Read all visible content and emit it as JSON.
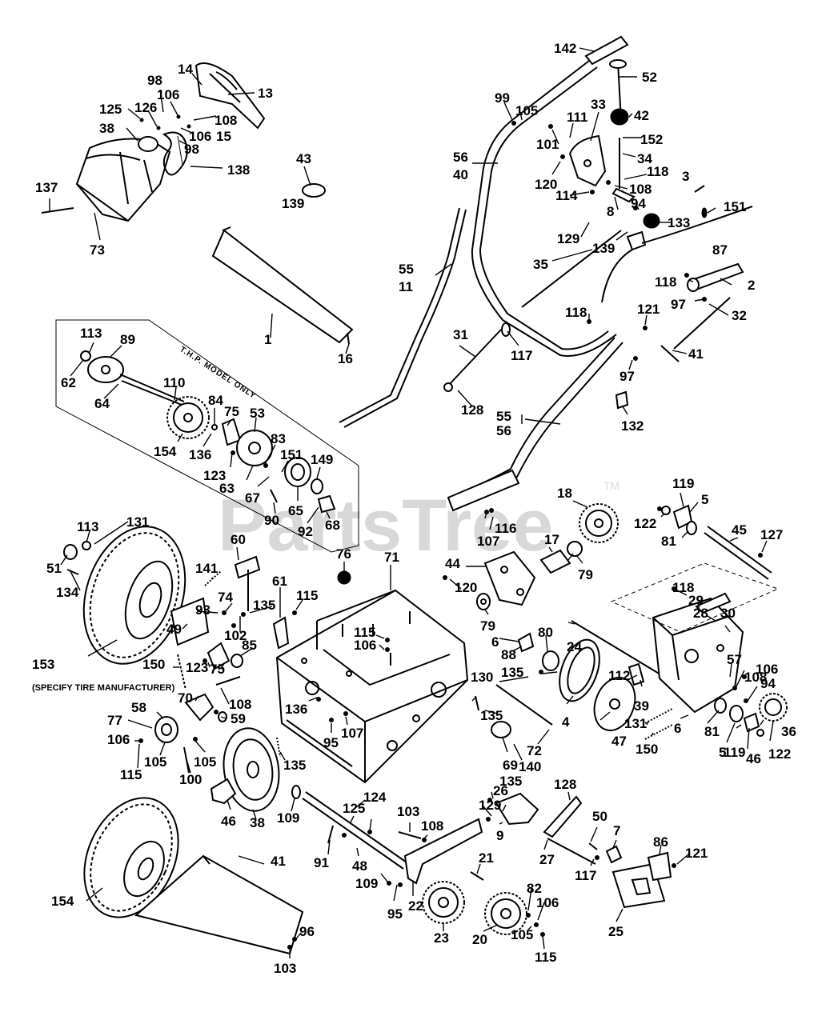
{
  "watermark": {
    "text": "PartsTree",
    "tm": "TM"
  },
  "notes": {
    "thp_model": "T.H.P. MODEL ONLY",
    "tire_line1": "153",
    "tire_line2": "(SPECIFY TIRE MANUFACTURER)"
  },
  "callouts": [
    {
      "id": "c142",
      "text": "142"
    },
    {
      "id": "c52",
      "text": "52"
    },
    {
      "id": "c42",
      "text": "42"
    },
    {
      "id": "c99",
      "text": "99"
    },
    {
      "id": "c105a",
      "text": "105"
    },
    {
      "id": "c33",
      "text": "33"
    },
    {
      "id": "c111",
      "text": "111"
    },
    {
      "id": "c101",
      "text": "101"
    },
    {
      "id": "c152",
      "text": "152"
    },
    {
      "id": "c34",
      "text": "34"
    },
    {
      "id": "c56",
      "text": "56"
    },
    {
      "id": "c40",
      "text": "40"
    },
    {
      "id": "c120a",
      "text": "120"
    },
    {
      "id": "c118a",
      "text": "118"
    },
    {
      "id": "c108a",
      "text": "108"
    },
    {
      "id": "c114",
      "text": "114"
    },
    {
      "id": "c94a",
      "text": "94"
    },
    {
      "id": "c8",
      "text": "8"
    },
    {
      "id": "c3",
      "text": "3"
    },
    {
      "id": "c151a",
      "text": "151"
    },
    {
      "id": "c133",
      "text": "133"
    },
    {
      "id": "c129a",
      "text": "129"
    },
    {
      "id": "c139a",
      "text": "139"
    },
    {
      "id": "c87",
      "text": "87"
    },
    {
      "id": "c35",
      "text": "35"
    },
    {
      "id": "c55a",
      "text": "55"
    },
    {
      "id": "c11",
      "text": "11"
    },
    {
      "id": "c118b",
      "text": "118"
    },
    {
      "id": "c2",
      "text": "2"
    },
    {
      "id": "c97a",
      "text": "97"
    },
    {
      "id": "c121a",
      "text": "121"
    },
    {
      "id": "c32",
      "text": "32"
    },
    {
      "id": "c118c",
      "text": "118"
    },
    {
      "id": "c31",
      "text": "31"
    },
    {
      "id": "c117a",
      "text": "117"
    },
    {
      "id": "c41a",
      "text": "41"
    },
    {
      "id": "c97b",
      "text": "97"
    },
    {
      "id": "c128a",
      "text": "128"
    },
    {
      "id": "c55b",
      "text": "55"
    },
    {
      "id": "c56b",
      "text": "56"
    },
    {
      "id": "c132",
      "text": "132"
    },
    {
      "id": "c13",
      "text": "13"
    },
    {
      "id": "c14",
      "text": "14"
    },
    {
      "id": "c98a",
      "text": "98"
    },
    {
      "id": "c106a",
      "text": "106"
    },
    {
      "id": "c125a",
      "text": "125"
    },
    {
      "id": "c126",
      "text": "126"
    },
    {
      "id": "c108b",
      "text": "108"
    },
    {
      "id": "c38a",
      "text": "38"
    },
    {
      "id": "c106b",
      "text": "106"
    },
    {
      "id": "c15",
      "text": "15"
    },
    {
      "id": "c98b",
      "text": "98"
    },
    {
      "id": "c138",
      "text": "138"
    },
    {
      "id": "c43",
      "text": "43"
    },
    {
      "id": "c139b",
      "text": "139"
    },
    {
      "id": "c137",
      "text": "137"
    },
    {
      "id": "c73",
      "text": "73"
    },
    {
      "id": "c1",
      "text": "1"
    },
    {
      "id": "c16",
      "text": "16"
    },
    {
      "id": "c113a",
      "text": "113"
    },
    {
      "id": "c89",
      "text": "89"
    },
    {
      "id": "c62",
      "text": "62"
    },
    {
      "id": "c110",
      "text": "110"
    },
    {
      "id": "c64",
      "text": "64"
    },
    {
      "id": "c84",
      "text": "84"
    },
    {
      "id": "c75a",
      "text": "75"
    },
    {
      "id": "c53",
      "text": "53"
    },
    {
      "id": "c154a",
      "text": "154"
    },
    {
      "id": "c136a",
      "text": "136"
    },
    {
      "id": "c83",
      "text": "83"
    },
    {
      "id": "c151b",
      "text": "151"
    },
    {
      "id": "c149",
      "text": "149"
    },
    {
      "id": "c123a",
      "text": "123"
    },
    {
      "id": "c63",
      "text": "63"
    },
    {
      "id": "c67",
      "text": "67"
    },
    {
      "id": "c65",
      "text": "65"
    },
    {
      "id": "c90",
      "text": "90"
    },
    {
      "id": "c92",
      "text": "92"
    },
    {
      "id": "c68",
      "text": "68"
    },
    {
      "id": "c113b",
      "text": "113"
    },
    {
      "id": "c131",
      "text": "131"
    },
    {
      "id": "c51",
      "text": "51"
    },
    {
      "id": "c134",
      "text": "134"
    },
    {
      "id": "c60",
      "text": "60"
    },
    {
      "id": "c76",
      "text": "76"
    },
    {
      "id": "c71",
      "text": "71"
    },
    {
      "id": "c141",
      "text": "141"
    },
    {
      "id": "c61",
      "text": "61"
    },
    {
      "id": "c74",
      "text": "74"
    },
    {
      "id": "c135a",
      "text": "135"
    },
    {
      "id": "c115a",
      "text": "115"
    },
    {
      "id": "c93",
      "text": "93"
    },
    {
      "id": "c102",
      "text": "102"
    },
    {
      "id": "c49",
      "text": "49"
    },
    {
      "id": "c85",
      "text": "85"
    },
    {
      "id": "c115b",
      "text": "115"
    },
    {
      "id": "c106c",
      "text": "106"
    },
    {
      "id": "c150a",
      "text": "150"
    },
    {
      "id": "c123b",
      "text": "123"
    },
    {
      "id": "c75b",
      "text": "75"
    },
    {
      "id": "c70",
      "text": "70"
    },
    {
      "id": "c108c",
      "text": "108"
    },
    {
      "id": "c136b",
      "text": "136"
    },
    {
      "id": "c58",
      "text": "58"
    },
    {
      "id": "c59",
      "text": "59"
    },
    {
      "id": "c77",
      "text": "77"
    },
    {
      "id": "c106d",
      "text": "106"
    },
    {
      "id": "c105b",
      "text": "105"
    },
    {
      "id": "c105c",
      "text": "105"
    },
    {
      "id": "c95a",
      "text": "95"
    },
    {
      "id": "c107a",
      "text": "107"
    },
    {
      "id": "c115c",
      "text": "115"
    },
    {
      "id": "c100",
      "text": "100"
    },
    {
      "id": "c135b",
      "text": "135"
    },
    {
      "id": "c46a",
      "text": "46"
    },
    {
      "id": "c38b",
      "text": "38"
    },
    {
      "id": "c109a",
      "text": "109"
    },
    {
      "id": "c18",
      "text": "18"
    },
    {
      "id": "c119a",
      "text": "119"
    },
    {
      "id": "c5a",
      "text": "5"
    },
    {
      "id": "c122a",
      "text": "122"
    },
    {
      "id": "c81a",
      "text": "81"
    },
    {
      "id": "c45",
      "text": "45"
    },
    {
      "id": "c127",
      "text": "127"
    },
    {
      "id": "c107b",
      "text": "107"
    },
    {
      "id": "c116",
      "text": "116"
    },
    {
      "id": "c17",
      "text": "17"
    },
    {
      "id": "c44",
      "text": "44"
    },
    {
      "id": "c79a",
      "text": "79"
    },
    {
      "id": "c120b",
      "text": "120"
    },
    {
      "id": "c118d",
      "text": "118"
    },
    {
      "id": "c29",
      "text": "29"
    },
    {
      "id": "c30",
      "text": "30"
    },
    {
      "id": "c28",
      "text": "28"
    },
    {
      "id": "c79b",
      "text": "79"
    },
    {
      "id": "c6a",
      "text": "6"
    },
    {
      "id": "c88",
      "text": "88"
    },
    {
      "id": "c80",
      "text": "80"
    },
    {
      "id": "c24",
      "text": "24"
    },
    {
      "id": "c57",
      "text": "57"
    },
    {
      "id": "c108d",
      "text": "108"
    },
    {
      "id": "c106e",
      "text": "106"
    },
    {
      "id": "c135c",
      "text": "135"
    },
    {
      "id": "c130",
      "text": "130"
    },
    {
      "id": "c112",
      "text": "112"
    },
    {
      "id": "c94b",
      "text": "94"
    },
    {
      "id": "c39",
      "text": "39"
    },
    {
      "id": "c135d",
      "text": "135"
    },
    {
      "id": "c4",
      "text": "4"
    },
    {
      "id": "c131b",
      "text": "131"
    },
    {
      "id": "c6b",
      "text": "6"
    },
    {
      "id": "c81b",
      "text": "81"
    },
    {
      "id": "c119b",
      "text": "119"
    },
    {
      "id": "c36",
      "text": "36"
    },
    {
      "id": "c47",
      "text": "47"
    },
    {
      "id": "c150b",
      "text": "150"
    },
    {
      "id": "c72",
      "text": "72"
    },
    {
      "id": "c69",
      "text": "69"
    },
    {
      "id": "c140",
      "text": "140"
    },
    {
      "id": "c5b",
      "text": "5"
    },
    {
      "id": "c46b",
      "text": "46"
    },
    {
      "id": "c122b",
      "text": "122"
    },
    {
      "id": "c135e",
      "text": "135"
    },
    {
      "id": "c124",
      "text": "124"
    },
    {
      "id": "c128b",
      "text": "128"
    },
    {
      "id": "c26",
      "text": "26"
    },
    {
      "id": "c125b",
      "text": "125"
    },
    {
      "id": "c103a",
      "text": "103"
    },
    {
      "id": "c129b",
      "text": "129"
    },
    {
      "id": "c108e",
      "text": "108"
    },
    {
      "id": "c9",
      "text": "9"
    },
    {
      "id": "c50",
      "text": "50"
    },
    {
      "id": "c7",
      "text": "7"
    },
    {
      "id": "c86",
      "text": "86"
    },
    {
      "id": "c121b",
      "text": "121"
    },
    {
      "id": "c91",
      "text": "91"
    },
    {
      "id": "c48",
      "text": "48"
    },
    {
      "id": "c21",
      "text": "21"
    },
    {
      "id": "c27",
      "text": "27"
    },
    {
      "id": "c117b",
      "text": "117"
    },
    {
      "id": "c41b",
      "text": "41"
    },
    {
      "id": "c154b",
      "text": "154"
    },
    {
      "id": "c109b",
      "text": "109"
    },
    {
      "id": "c95b",
      "text": "95"
    },
    {
      "id": "c22",
      "text": "22"
    },
    {
      "id": "c82",
      "text": "82"
    },
    {
      "id": "c106f",
      "text": "106"
    },
    {
      "id": "c105d",
      "text": "105"
    },
    {
      "id": "c23",
      "text": "23"
    },
    {
      "id": "c20",
      "text": "20"
    },
    {
      "id": "c115d",
      "text": "115"
    },
    {
      "id": "c25",
      "text": "25"
    },
    {
      "id": "c96",
      "text": "96"
    },
    {
      "id": "c103b",
      "text": "103"
    }
  ]
}
